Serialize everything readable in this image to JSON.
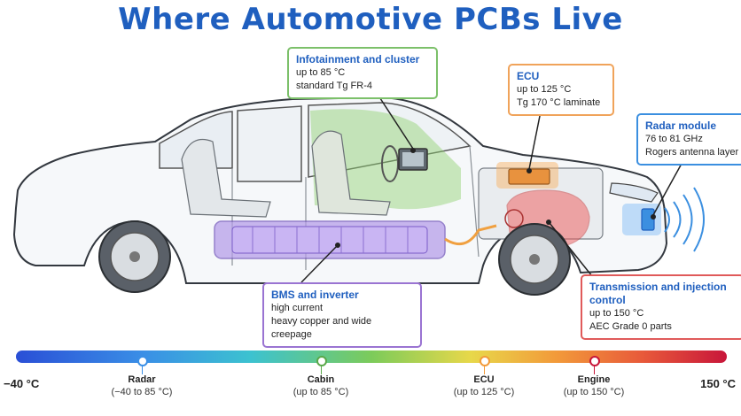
{
  "title": "Where Automotive PCBs Live",
  "callouts": {
    "infotainment": {
      "title": "Infotainment and cluster",
      "line1": "up to 85 °C",
      "line2": "standard Tg FR-4"
    },
    "ecu": {
      "title": "ECU",
      "line1": "up to 125 °C",
      "line2": "Tg 170 °C laminate"
    },
    "radar": {
      "title": "Radar module",
      "line1": "76 to 81 GHz",
      "line2": "Rogers antenna layer"
    },
    "bms": {
      "title": "BMS and inverter",
      "line1": "high current",
      "line2": "heavy copper and wide creepage"
    },
    "transmission": {
      "title": "Transmission and injection control",
      "line1": "up to 150 °C",
      "line2": "AEC Grade 0 parts"
    }
  },
  "scale": {
    "min_label": "−40 °C",
    "max_label": "150 °C",
    "markers": [
      {
        "name": "Radar",
        "range": "(−40 to 85 °C)",
        "color": "#3a8fe6"
      },
      {
        "name": "Cabin",
        "range": "(up to 85 °C)",
        "color": "#5aa84a"
      },
      {
        "name": "ECU",
        "range": "(up to 125 °C)",
        "color": "#f29a3a"
      },
      {
        "name": "Engine",
        "range": "(up to 150 °C)",
        "color": "#c8163a"
      }
    ]
  },
  "colors": {
    "title": "#1f5fbf",
    "infotainment": "#7cc06a",
    "ecu": "#f0a35a",
    "radar": "#3b8fe0",
    "bms": "#9a74d2",
    "transmission": "#e05a5a"
  }
}
